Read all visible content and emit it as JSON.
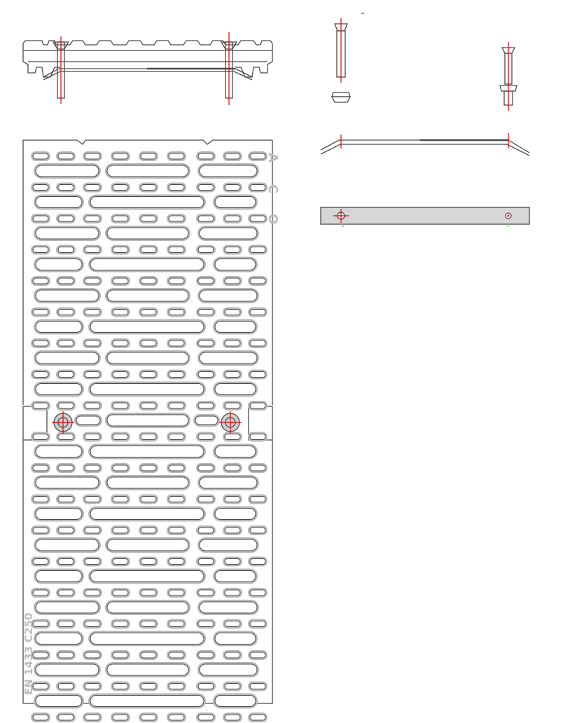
{
  "drawing": {
    "brand_letters": [
      "A",
      "C",
      "O"
    ],
    "standard_marking": "EN 1433 C250",
    "colors": {
      "line": "#4a4a4a",
      "slot_outer": "#b9b9b9",
      "slot_inner": "#ffffff",
      "centerline": "#e00000",
      "marking": "#bdbdbd",
      "bar_fill": "#d6d6d6"
    }
  }
}
